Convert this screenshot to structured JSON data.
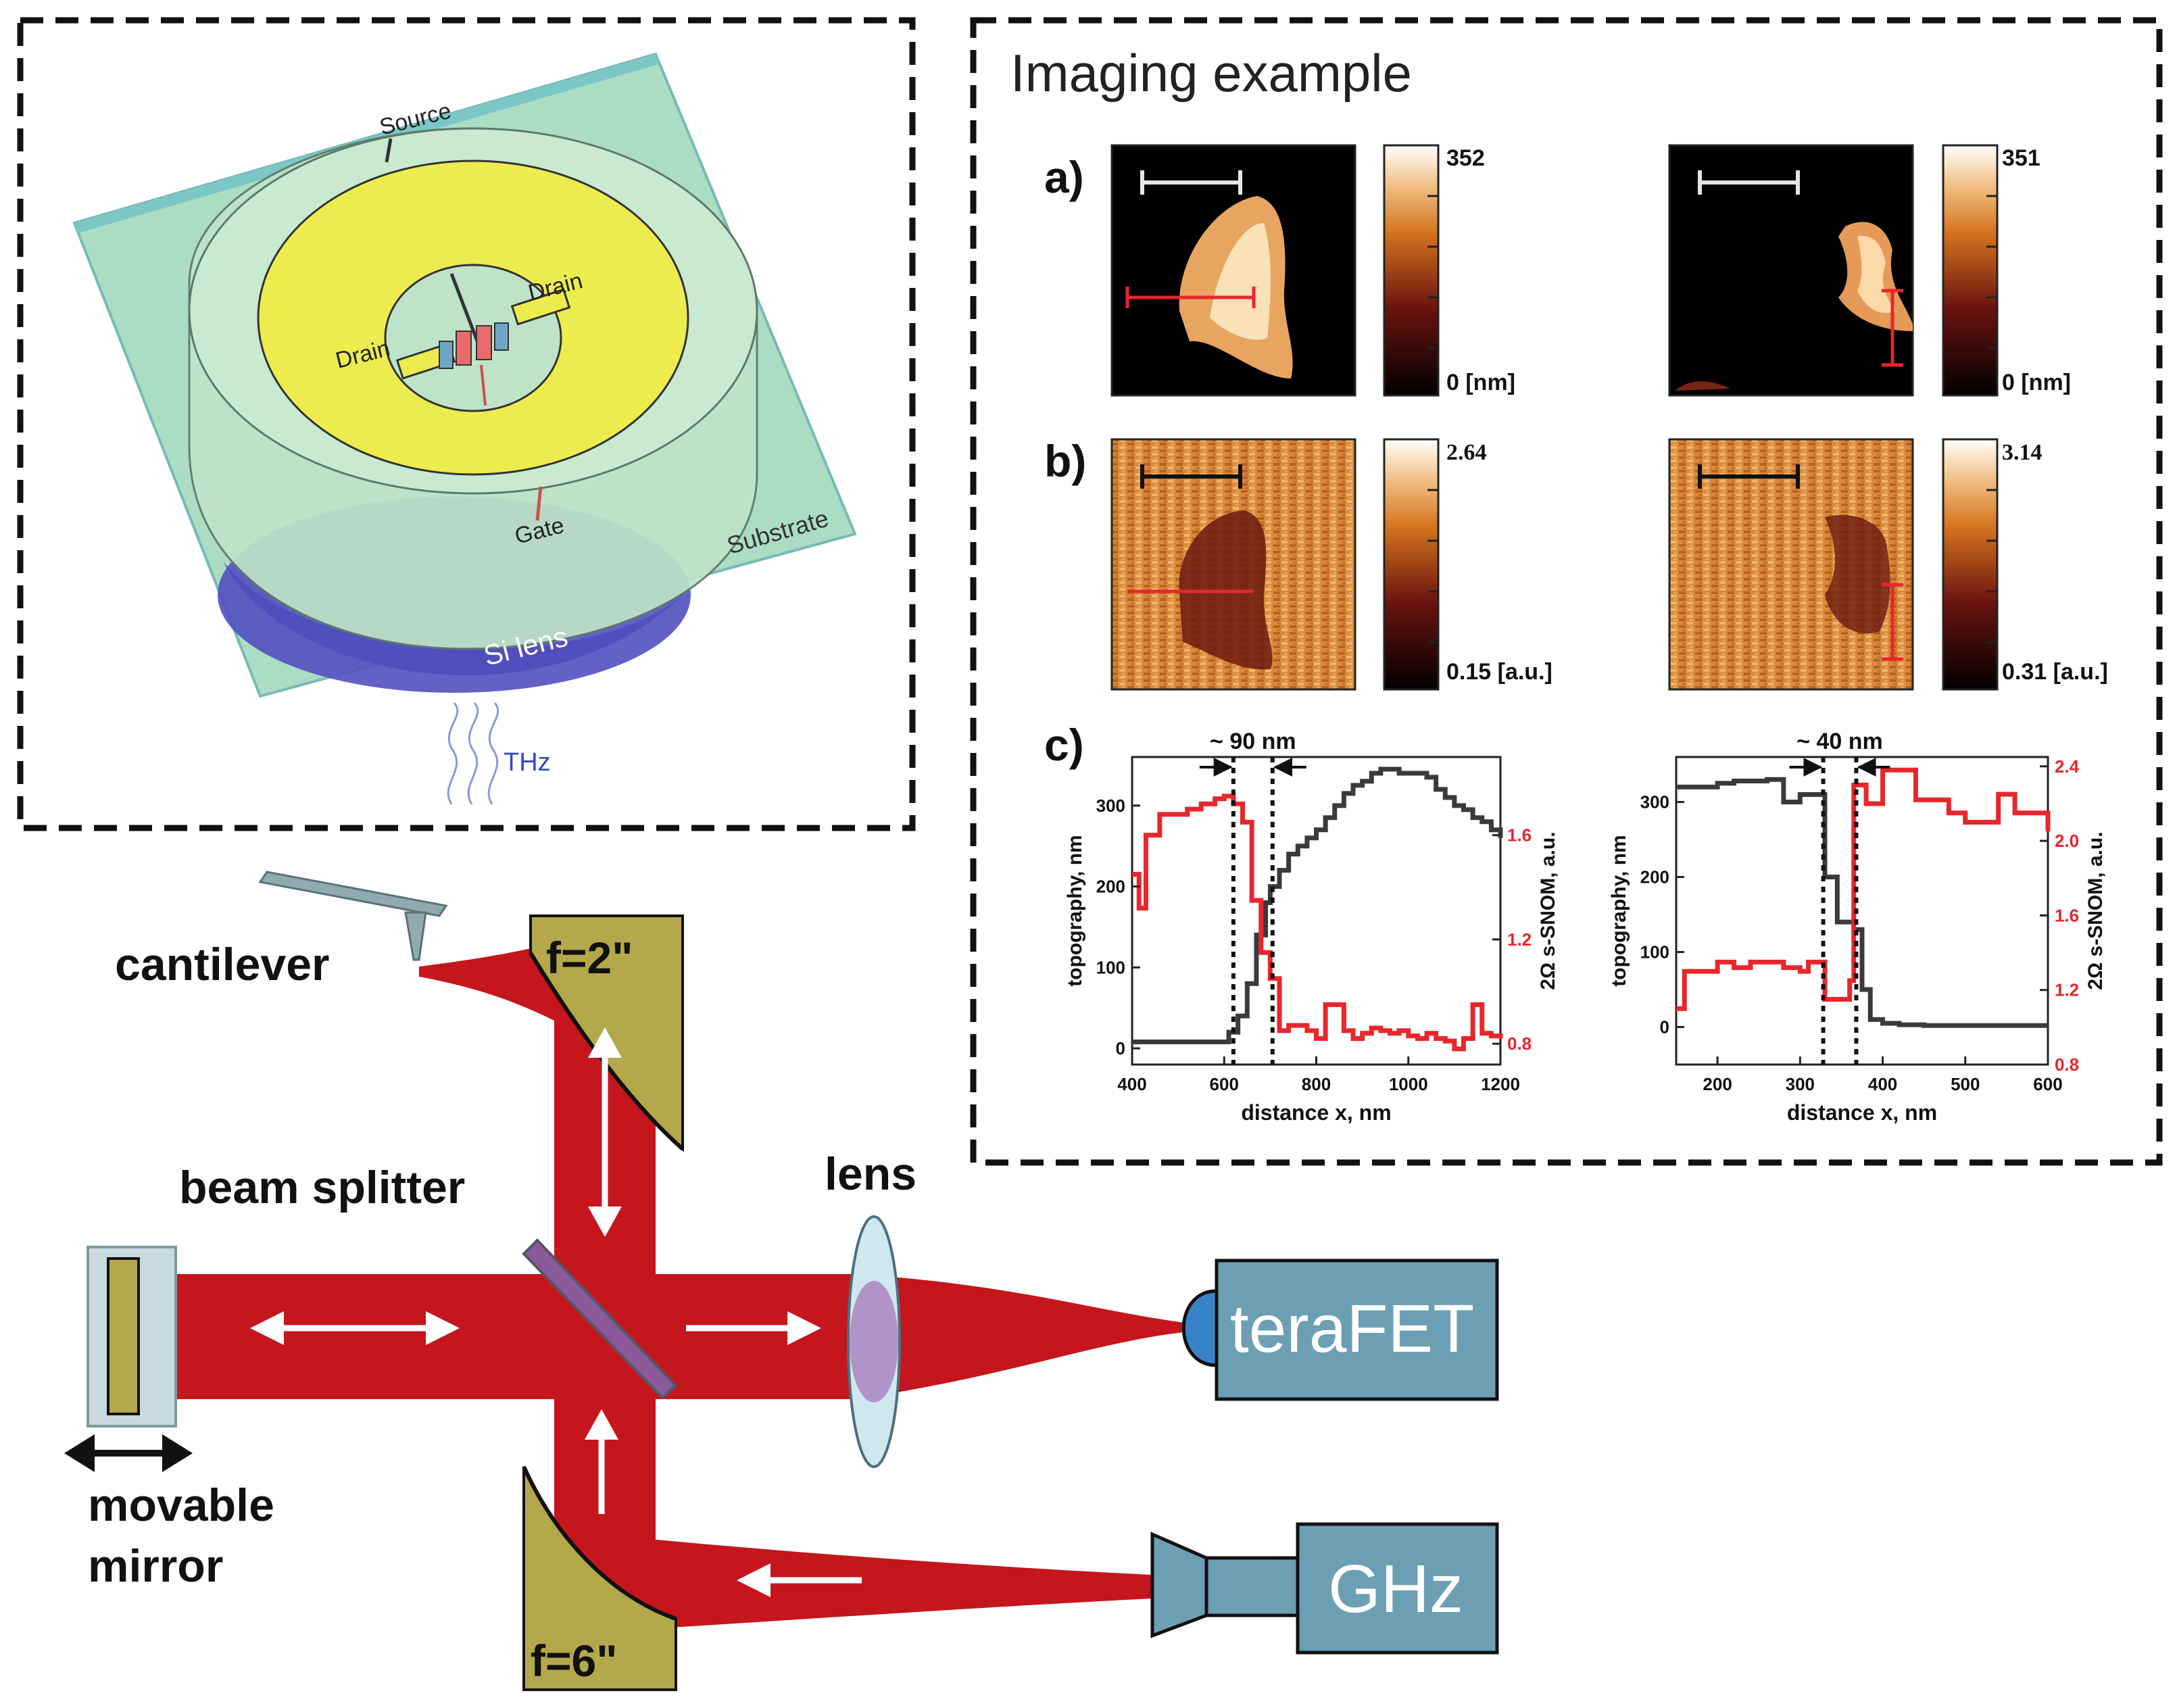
{
  "device": {
    "labels": {
      "source": "Source",
      "drain_left": "Drain",
      "drain_right": "Drain",
      "gate": "Gate",
      "substrate": "Substrate",
      "si_lens": "Si lens",
      "thz": "THz"
    }
  },
  "imaging": {
    "title": "Imaging example",
    "panel_labels": {
      "a": "a)",
      "b": "b)",
      "c": "c)"
    },
    "colorbars": {
      "a_left": {
        "max": "352",
        "min": "0 [nm]"
      },
      "a_right": {
        "max": "351",
        "min": "0 [nm]"
      },
      "b_left": {
        "max": "2.64",
        "min": "0.15 [a.u.]"
      },
      "b_right": {
        "max": "3.14",
        "min": "0.31 [a.u.]"
      }
    }
  },
  "setup": {
    "labels": {
      "cantilever": "cantilever",
      "f2": "f=2\"",
      "beam_splitter": "beam splitter",
      "lens": "lens",
      "terafet": "teraFET",
      "movable": "movable",
      "mirror": "mirror",
      "f6": "f=6\"",
      "ghz": "GHz"
    }
  },
  "colors": {
    "beam": "#c4161c",
    "mirror_gold": "#b3a84a",
    "detector_blue": "#6c9fb3",
    "substrate_green": "#a7dcc1",
    "gold_electrode": "#ecec4f",
    "si_lens": "#4c4ab8",
    "topography_line": "#3a3a3a",
    "snom_line": "#e8262b"
  },
  "chart_data": [
    {
      "type": "line",
      "title": "~ 90 nm",
      "xlabel": "distance x, nm",
      "ylabel": "topography, nm",
      "ylabel_right": "2Ω s-SNOM, a.u.",
      "xlim": [
        400,
        1200
      ],
      "ylim": [
        -20,
        360
      ],
      "ylim_right": [
        0.72,
        1.9
      ],
      "xticks": [
        400,
        600,
        800,
        1000,
        1200
      ],
      "yticks": [
        0,
        100,
        200,
        300
      ],
      "yticks_right": [
        0.8,
        1.2,
        1.6
      ],
      "markers_x": [
        620,
        705
      ],
      "series": [
        {
          "axis": "left",
          "x": [
            400,
            460,
            520,
            580,
            610,
            630,
            650,
            670,
            690,
            700,
            720,
            740,
            760,
            780,
            800,
            820,
            840,
            860,
            880,
            900,
            920,
            940,
            960,
            980,
            1000,
            1020,
            1040,
            1060,
            1080,
            1100,
            1120,
            1140,
            1160,
            1180,
            1200
          ],
          "y": [
            8,
            8,
            8,
            8,
            20,
            40,
            80,
            140,
            180,
            200,
            220,
            240,
            250,
            260,
            270,
            285,
            300,
            315,
            325,
            330,
            340,
            345,
            345,
            340,
            340,
            340,
            335,
            320,
            310,
            300,
            295,
            285,
            280,
            270,
            260
          ]
        },
        {
          "axis": "right",
          "x": [
            400,
            415,
            430,
            460,
            490,
            520,
            550,
            580,
            600,
            620,
            640,
            660,
            680,
            700,
            720,
            740,
            760,
            780,
            800,
            820,
            840,
            860,
            880,
            900,
            920,
            940,
            960,
            980,
            1000,
            1020,
            1040,
            1060,
            1080,
            1100,
            1120,
            1140,
            1160,
            1180,
            1200
          ],
          "y": [
            1.45,
            1.32,
            1.6,
            1.68,
            1.68,
            1.7,
            1.72,
            1.74,
            1.75,
            1.72,
            1.65,
            1.35,
            1.15,
            1.05,
            0.85,
            0.87,
            0.87,
            0.85,
            0.82,
            0.95,
            0.95,
            0.85,
            0.82,
            0.84,
            0.86,
            0.85,
            0.84,
            0.85,
            0.83,
            0.82,
            0.84,
            0.82,
            0.81,
            0.78,
            0.82,
            0.95,
            0.84,
            0.83,
            0.82
          ]
        }
      ]
    },
    {
      "type": "line",
      "title": "~ 40 nm",
      "xlabel": "distance x, nm",
      "ylabel": "topography, nm",
      "ylabel_right": "2Ω s-SNOM, a.u.",
      "xlim": [
        150,
        600
      ],
      "ylim": [
        -50,
        360
      ],
      "ylim_right": [
        0.8,
        2.45
      ],
      "xticks": [
        200,
        300,
        400,
        500,
        600
      ],
      "yticks": [
        0,
        100,
        200,
        300
      ],
      "yticks_right": [
        0.8,
        1.2,
        1.6,
        2.0,
        2.4
      ],
      "markers_x": [
        328,
        368
      ],
      "series": [
        {
          "axis": "left",
          "x": [
            150,
            180,
            200,
            220,
            240,
            260,
            280,
            300,
            320,
            330,
            345,
            355,
            365,
            375,
            385,
            400,
            420,
            450,
            480,
            510,
            540,
            570,
            600
          ],
          "y": [
            320,
            320,
            325,
            328,
            328,
            330,
            300,
            310,
            310,
            200,
            140,
            140,
            130,
            50,
            10,
            5,
            3,
            2,
            2,
            2,
            2,
            2,
            2
          ]
        },
        {
          "axis": "right",
          "x": [
            150,
            160,
            180,
            200,
            220,
            240,
            260,
            280,
            300,
            310,
            330,
            345,
            360,
            365,
            380,
            400,
            420,
            440,
            460,
            480,
            500,
            520,
            540,
            560,
            580,
            600
          ],
          "y": [
            1.1,
            1.3,
            1.3,
            1.35,
            1.32,
            1.35,
            1.35,
            1.32,
            1.3,
            1.35,
            1.15,
            1.15,
            1.25,
            2.3,
            2.2,
            2.38,
            2.38,
            2.22,
            2.22,
            2.15,
            2.1,
            2.1,
            2.25,
            2.15,
            2.15,
            2.05
          ]
        }
      ]
    }
  ]
}
